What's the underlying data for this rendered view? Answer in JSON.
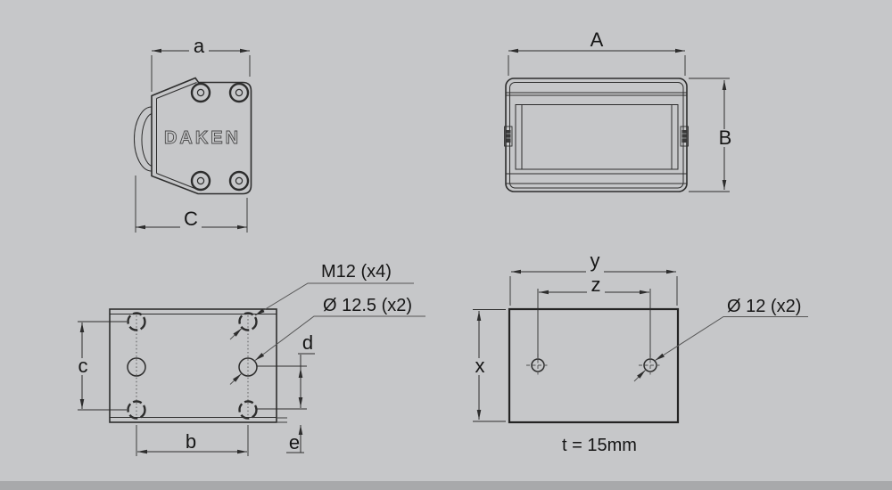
{
  "brand": "DAKEN",
  "views": {
    "side": {
      "dim_top": "a",
      "dim_bottom": "C"
    },
    "front": {
      "dim_width": "A",
      "dim_height": "B"
    },
    "base_plate": {
      "dim_left": "c",
      "dim_bottom": "b",
      "dim_mid_offset": "d",
      "dim_edge_offset": "e",
      "callout_threaded": "M12 (x4)",
      "callout_clearance": "Ø 12.5 (x2)"
    },
    "backing_plate": {
      "dim_width": "y",
      "dim_hole_span": "z",
      "dim_height": "x",
      "callout_holes": "Ø 12 (x2)",
      "thickness_note": "t = 15mm"
    }
  },
  "colors": {
    "background": "#c6c7c9",
    "line": "#2d2d2d",
    "leader": "#555555",
    "footer_strip": "#a8a9ab",
    "text": "#161616"
  }
}
